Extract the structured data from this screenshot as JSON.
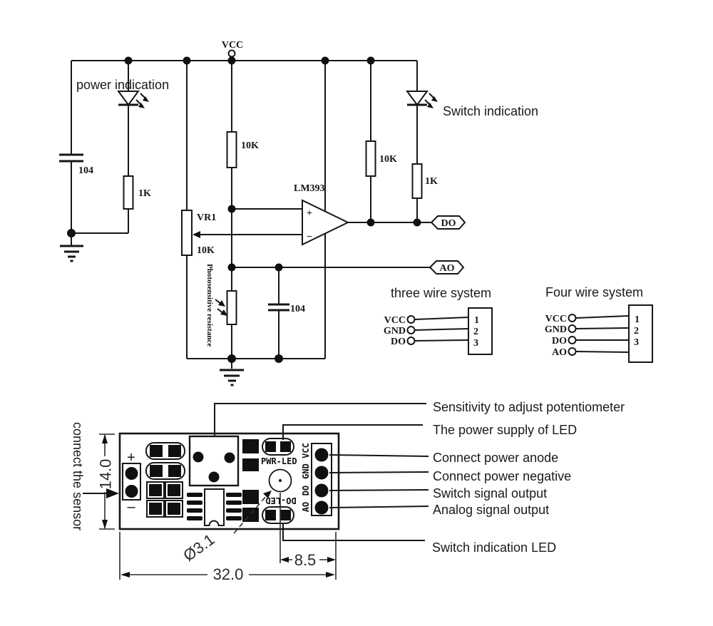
{
  "schematic": {
    "vcc": "VCC",
    "power_indication_label": "power indication",
    "switch_indication_label": "Switch indication",
    "cap_left_value": "104",
    "res_left_value": "1K",
    "res_mid_value": "10K",
    "res_right1_value": "10K",
    "res_right2_value": "1K",
    "pot_name": "VR1",
    "pot_value": "10K",
    "photoresistor_label": "Photosensitive resistance",
    "comparator_label": "LM393",
    "comparator_plus": "+",
    "comparator_minus": "−",
    "cap_mid_value": "104",
    "do_port": "DO",
    "ao_port": "AO"
  },
  "wiring": {
    "three_wire": {
      "title": "three wire system",
      "pins": [
        "VCC",
        "GND",
        "DO"
      ],
      "pin_numbers": [
        "1",
        "2",
        "3"
      ]
    },
    "four_wire": {
      "title": "Four wire system",
      "pins": [
        "VCC",
        "GND",
        "DO",
        "AO"
      ],
      "pin_numbers": [
        "1",
        "2",
        "3"
      ]
    }
  },
  "board": {
    "connect_sensor_label": "connect the sensor",
    "plus": "+",
    "minus": "–",
    "pwr_led_label": "PWR-LED",
    "do_led_label": "DO-LED",
    "pin_labels": [
      "VCC",
      "GND",
      "DO",
      "AO"
    ],
    "dim_height": "14.0",
    "dim_width": "32.0",
    "dim_hole_offset": "8.5",
    "hole_diameter": "Ø3.1"
  },
  "annotations": {
    "potentiometer": "Sensitivity to adjust potentiometer",
    "power_supply_led": "The power supply of LED",
    "power_anode": "Connect power anode",
    "power_negative": "Connect power negative",
    "switch_output": "Switch signal output",
    "analog_output": "Analog signal output",
    "switch_led": "Switch indication LED"
  }
}
